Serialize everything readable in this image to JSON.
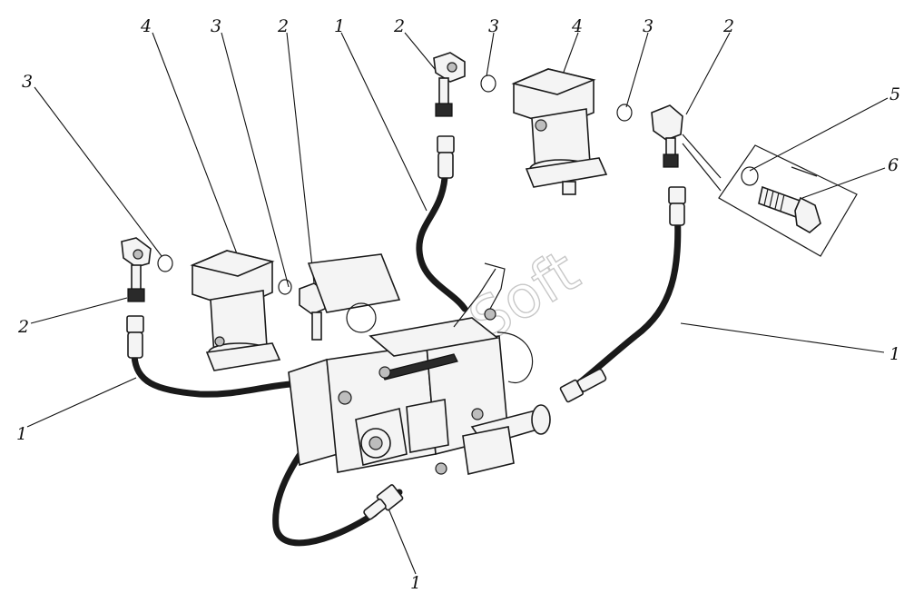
{
  "watermark": "AutoSoft",
  "callouts": {
    "c1": "3",
    "c2": "4",
    "c3": "3",
    "c4": "2",
    "c5": "1",
    "c6": "2",
    "c7": "3",
    "c8": "4",
    "c9": "3",
    "c10": "2",
    "c11": "5",
    "c12": "6",
    "c13": "2",
    "c14": "1",
    "c15": "1",
    "c16": "1"
  }
}
